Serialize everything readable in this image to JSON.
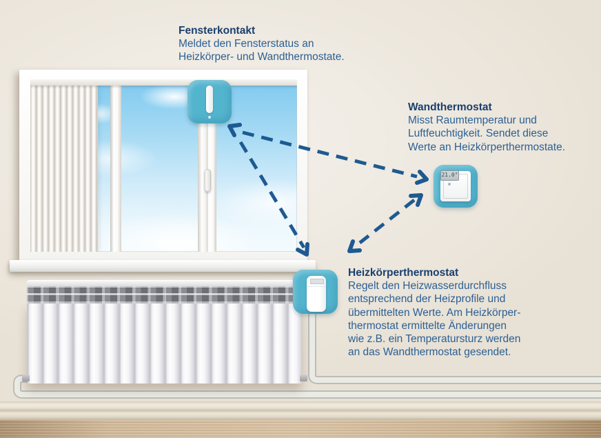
{
  "palette": {
    "device_teal": "#53b4ce",
    "arrow_blue": "#1e5a91",
    "heading_blue": "#1a3f6d",
    "body_text_blue": "#2c6094",
    "wall_beige": "#e8e1d5"
  },
  "devices": {
    "wandthermostat_display_value": "21.0°"
  },
  "annotations": {
    "fensterkontakt": {
      "title": "Fensterkontakt",
      "lines": [
        "Meldet den Fensterstatus an",
        "Heizkörper- und Wandthermostate."
      ]
    },
    "wandthermostat": {
      "title": "Wandthermostat",
      "lines": [
        "Misst Raumtemperatur und",
        "Luftfeuchtigkeit. Sendet diese",
        "Werte an Heizkörperthermostate."
      ]
    },
    "heizkoerperthermostat": {
      "title": "Heizkörperthermostat",
      "lines": [
        "Regelt den Heizwasserdurchfluss",
        "entsprechend der Heizprofile und",
        "übermittelten Werte. Am Heizkörper-",
        "thermostat ermittelte Änderungen",
        "wie z.B. ein Temperatursturz werden",
        "an das Wandthermostat gesendet."
      ]
    }
  }
}
